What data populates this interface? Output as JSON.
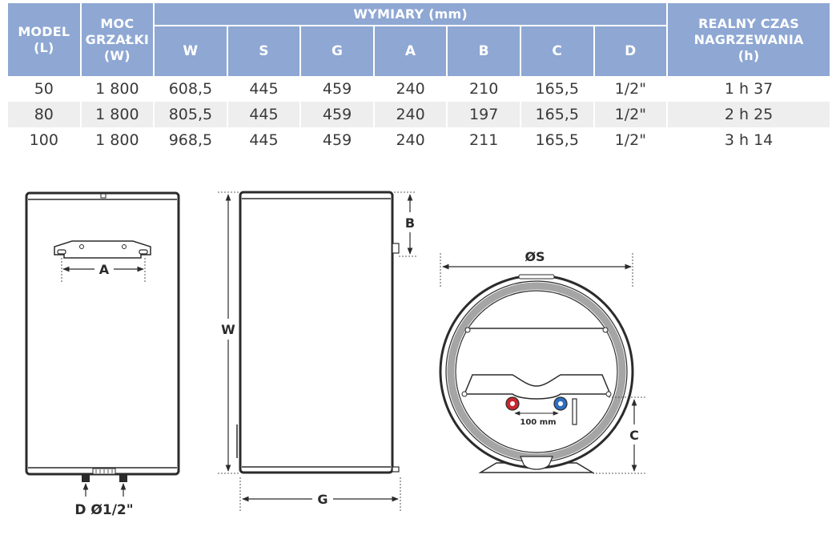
{
  "table": {
    "headers": {
      "model": [
        "MODEL",
        "(L)"
      ],
      "heater_power": [
        "MOC",
        "GRZAŁKI",
        "(W)"
      ],
      "dimensions_group": "WYMIARY (mm)",
      "dimension_cols": [
        "W",
        "S",
        "G",
        "A",
        "B",
        "C",
        "D"
      ],
      "heating_time": [
        "REALNY CZAS",
        "NAGRZEWANIA",
        "(h)"
      ]
    },
    "rows": [
      [
        "50",
        "1 800",
        "608,5",
        "445",
        "459",
        "240",
        "210",
        "165,5",
        "1/2\"",
        "1 h 37"
      ],
      [
        "80",
        "1 800",
        "805,5",
        "445",
        "459",
        "240",
        "197",
        "165,5",
        "1/2\"",
        "2 h 25"
      ],
      [
        "100",
        "1 800",
        "968,5",
        "445",
        "459",
        "240",
        "211",
        "165,5",
        "1/2\"",
        "3 h 14"
      ]
    ]
  },
  "drawing_labels": {
    "front_a": "A",
    "front_d": "D Ø1/2\"",
    "side_w": "W",
    "side_b": "B",
    "side_g": "G",
    "top_s": "ØS",
    "top_c": "C",
    "pipe_spacing": "100 mm"
  },
  "colors": {
    "header_bg": "#8ea7d3",
    "alt_row_bg": "#eeeeee",
    "hot_pipe": "#c8282d",
    "cold_pipe": "#2f6fc2"
  }
}
